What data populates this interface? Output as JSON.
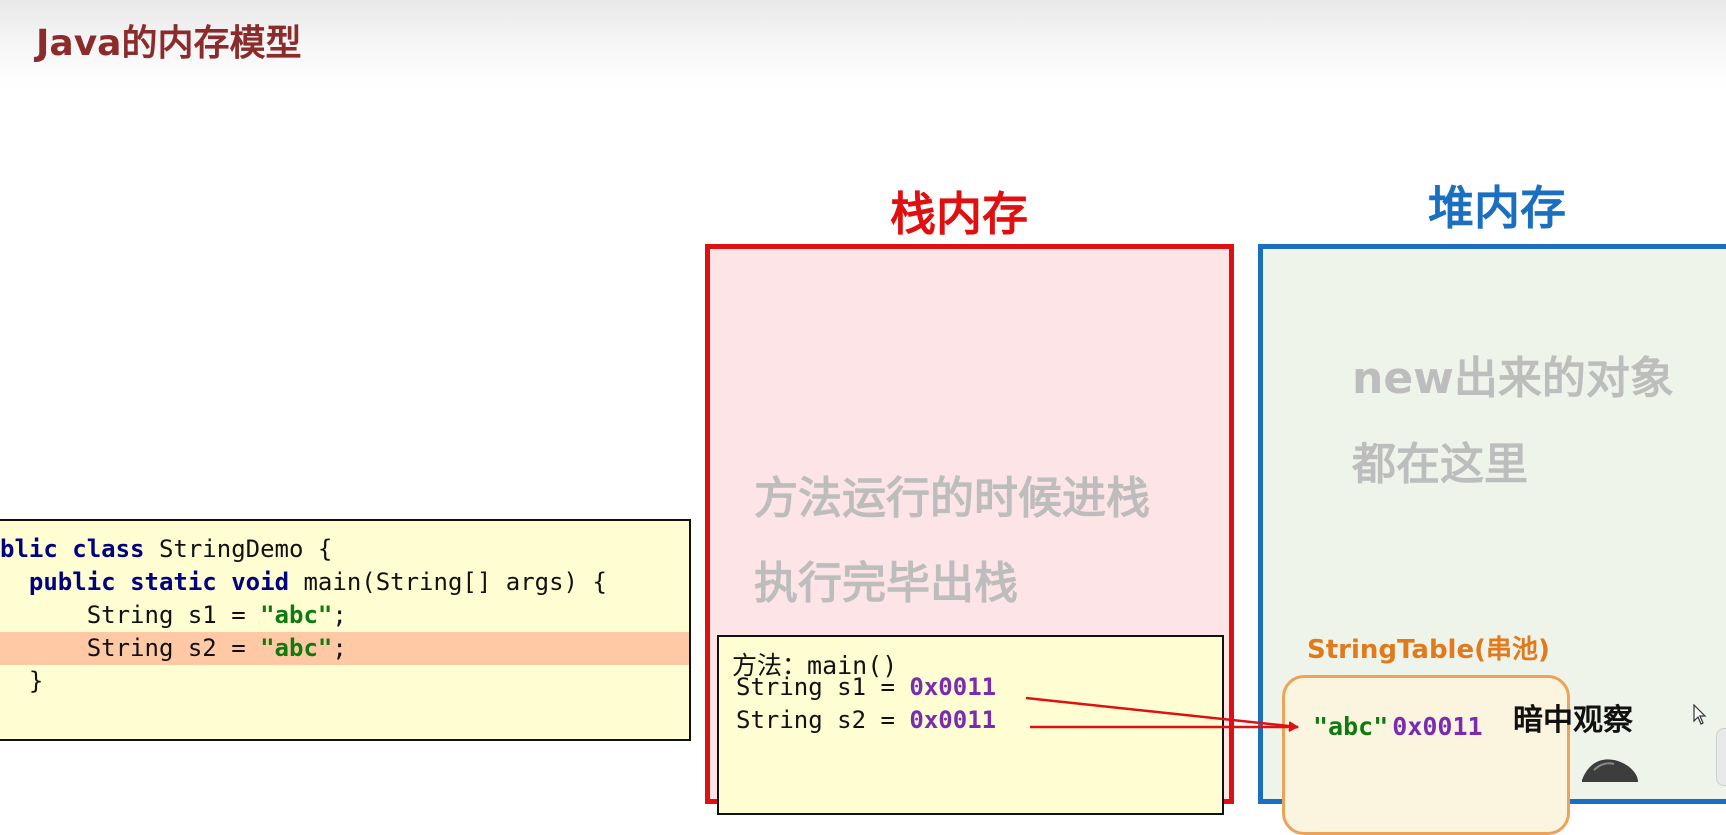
{
  "title": "Java的内存模型",
  "code": {
    "lines": [
      {
        "k1": "blic ",
        "k2": "class",
        "rest": " StringDemo {"
      },
      {
        "indent": "  ",
        "k1": "public ",
        "k2": "static ",
        "k3": "void",
        "rest": " main(String[] args) {"
      },
      {
        "pre": "      String s1 = ",
        "str": "\"abc\"",
        "post": ";"
      },
      {
        "pre": "      String s2 = ",
        "str": "\"abc\"",
        "post": ";"
      },
      {
        "text": "  }"
      }
    ],
    "highlighted_line": 4
  },
  "stack": {
    "title": "栈内存",
    "desc_line1": "方法运行的时候进栈",
    "desc_line2": "执行完毕出栈",
    "frame": {
      "label_prefix": "方法：",
      "label_method": "main()",
      "vars": [
        {
          "decl": "String s1 = ",
          "addr": "0x0011"
        },
        {
          "decl": "String s2 = ",
          "addr": "0x0011"
        }
      ]
    }
  },
  "heap": {
    "title": "堆内存",
    "desc_line1": "new出来的对象",
    "desc_line2": "都在这里",
    "pool": {
      "title": "StringTable(串池)",
      "entry_value": "\"abc\"",
      "entry_addr": "0x0011"
    },
    "observer_label": "暗中观察"
  },
  "colors": {
    "title": "#8b2b2b",
    "stack": "#e01010",
    "heap": "#1a6fc0",
    "pool": "#e07a1c",
    "address": "#7a2bb0",
    "string_literal": "#0f7a0f",
    "arrow": "#dd1111"
  },
  "icons": [
    "mouse-cursor-icon",
    "sticker-icon"
  ]
}
